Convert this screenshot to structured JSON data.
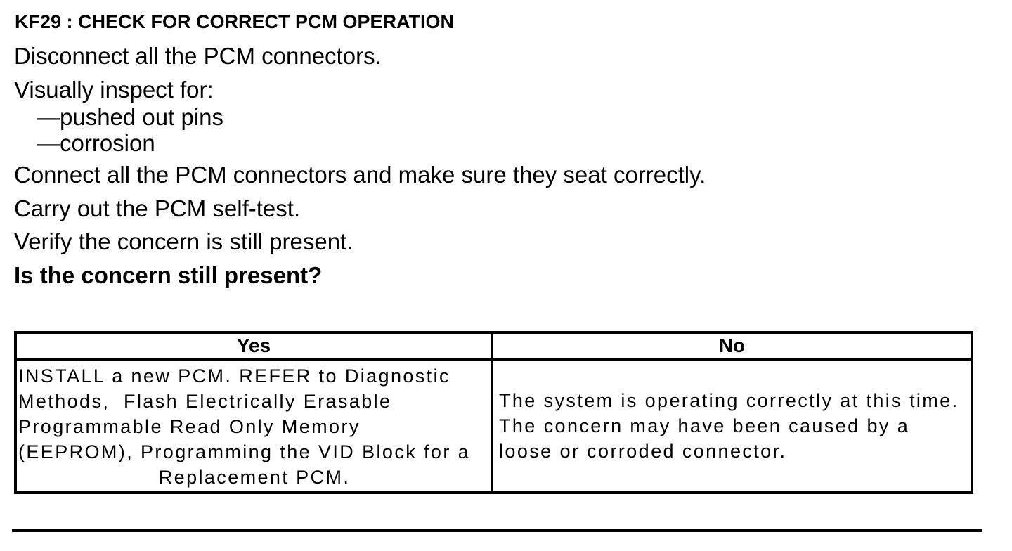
{
  "colors": {
    "background": "#ffffff",
    "text": "#000000",
    "table_border": "#000000"
  },
  "content": {
    "heading": "KF29 : CHECK FOR CORRECT PCM OPERATION",
    "instructions": [
      "Disconnect all the PCM connectors.",
      "Visually inspect for:",
      "Connect all the PCM connectors and make sure they seat correctly.",
      "Carry out the PCM self-test.",
      "Verify the concern is still present."
    ],
    "inspect_items": [
      "—pushed out pins",
      "—corrosion"
    ],
    "question": "Is the concern still present?"
  },
  "decision_table": {
    "yes_header": "Yes",
    "no_header": "No",
    "yes_lines": [
      "INSTALL a new PCM. REFER to Diagnostic",
      "Methods,  Flash Electrically Erasable",
      "Programmable Read Only Memory",
      "(EEPROM), Programming the VID Block for a",
      "Replacement PCM."
    ],
    "no_lines": [
      "The system is operating correctly at this time.",
      "The concern may have been caused by a",
      "loose or corroded connector."
    ]
  }
}
